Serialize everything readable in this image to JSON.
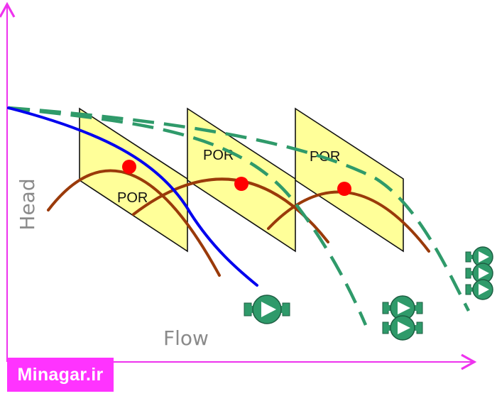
{
  "axes": {
    "y_label": "Head",
    "x_label": "Flow"
  },
  "regions": [
    {
      "label": "POR"
    },
    {
      "label": "POR"
    },
    {
      "label": "POR"
    }
  ],
  "brand": {
    "text": "Minagar.ir"
  },
  "icons": [
    "single-pump-icon",
    "two-pumps-parallel-icon",
    "three-pumps-parallel-icon"
  ],
  "colors": {
    "axis": "#ee33ee",
    "system_curve": "#0000ee",
    "combined_curves": "#2f9a6a",
    "efficiency_curves": "#9a3a0a",
    "por_fill": "#ffff99",
    "bep_point": "#ff0000",
    "pump_icon": "#2f9a6a",
    "brand_bg": "#ff33ff"
  }
}
